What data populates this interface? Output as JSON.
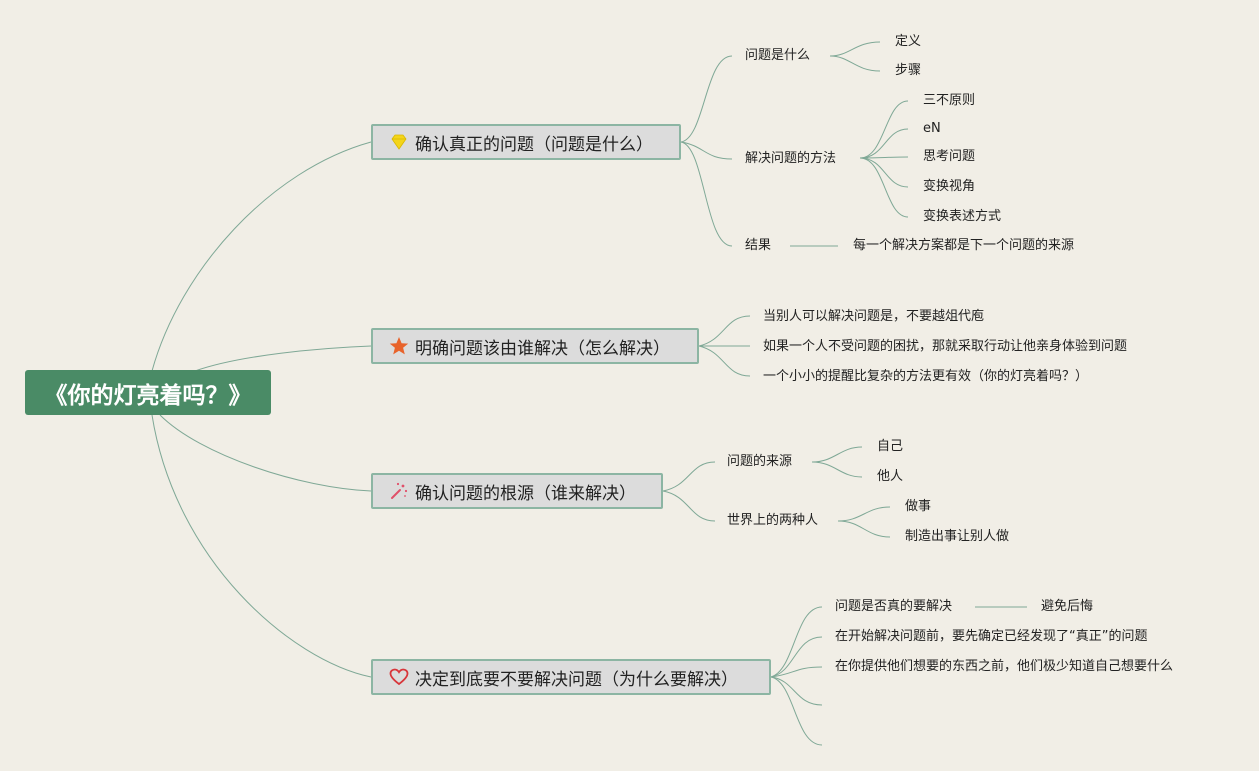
{
  "root": {
    "title": "《你的灯亮着吗？》"
  },
  "branches": [
    {
      "label": "确认真正的问题（问题是什么）",
      "icon": "gem-icon",
      "topics": [
        {
          "label": "问题是什么",
          "children": [
            "定义",
            "步骤"
          ]
        },
        {
          "label": "解决问题的方法",
          "children": [
            "三不原则",
            "eN",
            "思考问题",
            "变换视角",
            "变换表述方式"
          ]
        },
        {
          "label": "结果",
          "children": [
            "每一个解决方案都是下一个问题的来源"
          ]
        }
      ]
    },
    {
      "label": "明确问题该由谁解决（怎么解决）",
      "icon": "star-icon",
      "topics": [
        {
          "label": "当别人可以解决问题是，不要越俎代庖"
        },
        {
          "label": "如果一个人不受问题的困扰，那就采取行动让他亲身体验到问题"
        },
        {
          "label": "一个小小的提醒比复杂的方法更有效（你的灯亮着吗？）"
        }
      ]
    },
    {
      "label": "确认问题的根源（谁来解决）",
      "icon": "magic-wand-icon",
      "topics": [
        {
          "label": "问题的来源",
          "children": [
            "自己",
            "他人"
          ]
        },
        {
          "label": "世界上的两种人",
          "children": [
            "做事",
            "制造出事让别人做"
          ]
        }
      ]
    },
    {
      "label": "决定到底要不要解决问题（为什么要解决）",
      "icon": "heart-icon",
      "topics": [
        {
          "label": "问题是否真的要解决",
          "children": [
            "避免后悔"
          ]
        },
        {
          "label": "在开始解决问题前，要先确定已经发现了“真正”的问题"
        },
        {
          "label": "在你提供他们想要的东西之前，他们极少知道自己想要什么"
        }
      ]
    }
  ],
  "colors": {
    "background": "#f1eee6",
    "root": "#4a8b66",
    "line": "#7fa896",
    "branch_fill": "#dcdcdc"
  }
}
